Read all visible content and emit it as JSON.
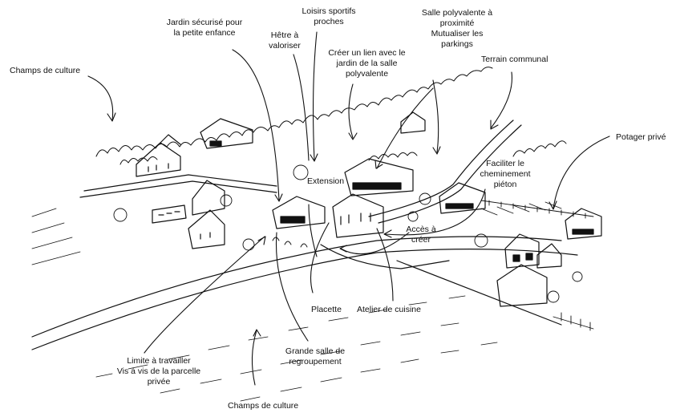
{
  "colors": {
    "ink": "#111111",
    "paper": "#ffffff"
  },
  "labels": {
    "champs_top": "Champs de culture",
    "jardin": [
      "Jardin sécurisé pour",
      "la petite enfance"
    ],
    "loisirs": [
      "Loisirs sportifs",
      "proches"
    ],
    "hetre": [
      "Hêtre à",
      "valoriser"
    ],
    "creer_lien": [
      "Créer un lien avec le",
      "jardin de la salle",
      "polyvalente"
    ],
    "salle_poly": [
      "Salle polyvalente à",
      "proximité",
      "Mutualiser les",
      "parkings"
    ],
    "terrain": "Terrain communal",
    "potager": "Potager privé",
    "faciliter": [
      "Faciliter le",
      "cheminement",
      "piéton"
    ],
    "extension": "Extension",
    "acces": [
      "Accès à",
      "créer"
    ],
    "placette": "Placette",
    "atelier": "Atelier de cuisine",
    "grande_salle": [
      "Grande salle de",
      "regroupement"
    ],
    "limite": [
      "Limite à travailler",
      "Vis à vis de la parcelle",
      "privée"
    ],
    "champs_bottom": "Champs de culture"
  }
}
